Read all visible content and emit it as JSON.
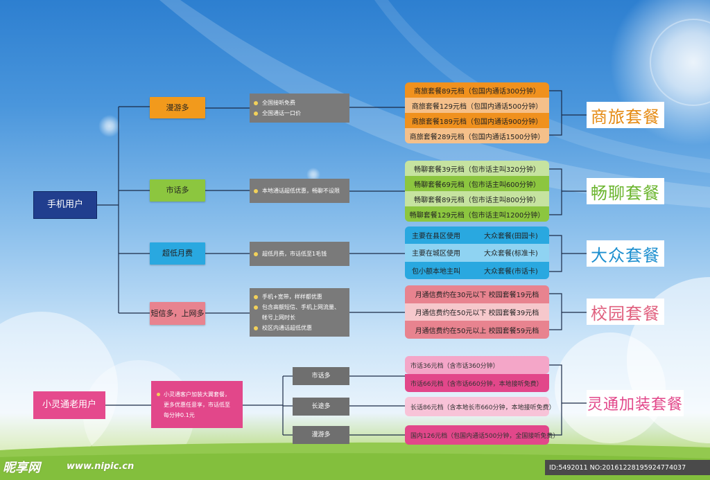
{
  "root_users": {
    "mobile": "手机用户",
    "lingtong": "小灵通老用户"
  },
  "categories": [
    {
      "label": "漫游多",
      "color": "#f29a1c",
      "desc": [
        "全国接听免费",
        "全国通话一口价"
      ]
    },
    {
      "label": "市话多",
      "color": "#8cc63f",
      "desc": [
        "本地通话超低优惠，畅聊不设限"
      ]
    },
    {
      "label": "超低月费",
      "color": "#29a8e0",
      "desc": [
        "超低月费，市话低至1毛钱"
      ]
    },
    {
      "label": "短信多，上网多",
      "color": "#e8838f",
      "desc": [
        "手机+宽带，样样都优惠",
        "包含高额短信、手机上网流量、",
        "帐号上网时长",
        "校区内通话超低优惠"
      ]
    }
  ],
  "groups": [
    {
      "name": "商旅套餐",
      "name_color": "#e58a12",
      "colors": [
        "#f0911e",
        "#f5c08a"
      ],
      "rows": [
        "商旅套餐89元档（包国内通话300分钟）",
        "商旅套餐129元档（包国内通话500分钟）",
        "商旅套餐189元档（包国内通话900分钟）",
        "商旅套餐289元档（包国内通话1500分钟）"
      ]
    },
    {
      "name": "畅聊套餐",
      "name_color": "#6bb52e",
      "colors": [
        "#c6e3a0",
        "#8cc63f"
      ],
      "rows": [
        "畅聊套餐39元档（包市话主叫320分钟）",
        "畅聊套餐69元档（包市话主叫600分钟）",
        "畅聊套餐89元档（包市话主叫800分钟）",
        "畅聊套餐129元档（包市话主叫1200分钟）"
      ]
    },
    {
      "name": "大众套餐",
      "name_color": "#1d8fcf",
      "colors": [
        "#29a8e0",
        "#8fd3f2"
      ],
      "rows": [
        {
          "left": "主要在县区使用",
          "right": "大众套餐(田园卡)"
        },
        {
          "left": "主要在城区使用",
          "right": "大众套餐(标准卡)"
        },
        {
          "left": "包小额本地主叫",
          "right": "大众套餐(市话卡)"
        }
      ]
    },
    {
      "name": "校园套餐",
      "name_color": "#e0607e",
      "colors": [
        "#e8838f",
        "#f6c8cc"
      ],
      "rows": [
        "月通信费约在30元以下   校园套餐19元档",
        "月通信费约在50元以下   校园套餐39元档",
        "月通信费约在50元以上   校园套餐59元档"
      ]
    }
  ],
  "lingtong_desc": "小灵通客户加装大翼套餐，更多优惠任意享，市话低至每分钟0.1元",
  "lingtong_categories": [
    "市话多",
    "长途多",
    "漫游多"
  ],
  "lingtong_plans": [
    {
      "text": "市话36元档（含市话360分钟）",
      "color": "#f4a6c8"
    },
    {
      "text": "市话66元档（含市话660分钟，本地接听免费）",
      "color": "#e2478a"
    },
    {
      "text": "长话86元档（含本地长市660分钟，本地接听免费）",
      "color": "#f8c3d8"
    },
    {
      "text": "国内126元档（包国内通话500分钟，全国接听免费）",
      "color": "#e2478a"
    }
  ],
  "lingtong_group_name": "灵通加装套餐",
  "lingtong_group_color": "#e2478a",
  "watermark": {
    "logo": "昵享网",
    "url": "www.nipic.cn",
    "id_text": "ID:5492011 NO:20161228195924774037"
  }
}
